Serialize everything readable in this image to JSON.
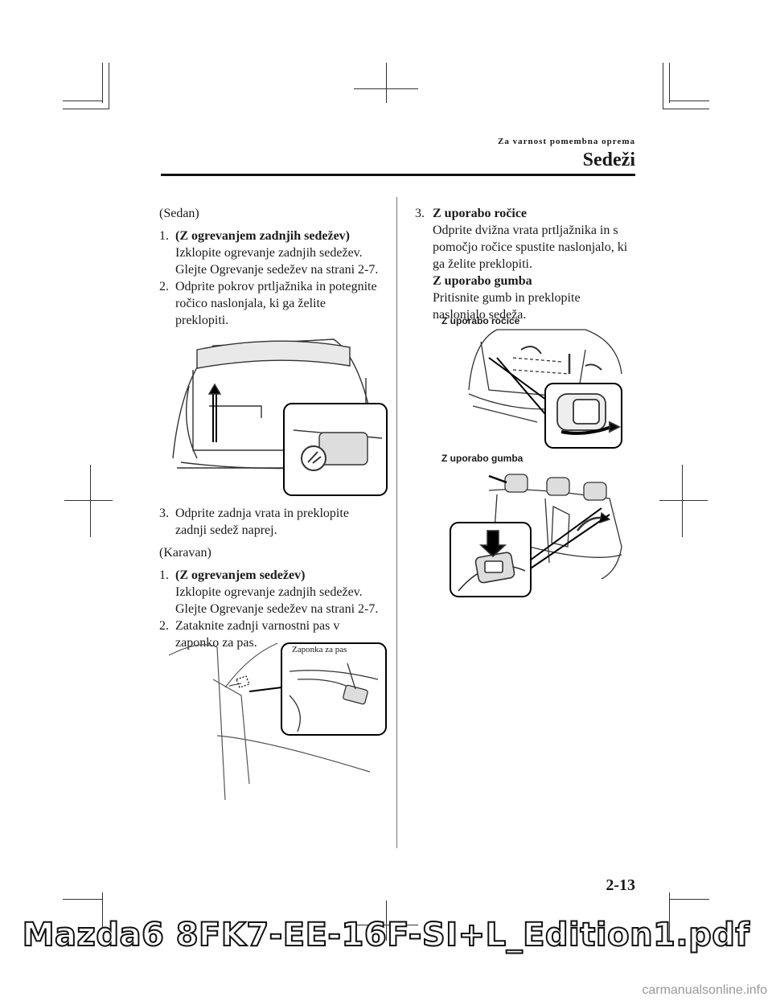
{
  "header": {
    "section": "Za varnost pomembna oprema",
    "title": "Sedeži"
  },
  "left": {
    "sedan_heading": "(Sedan)",
    "sedan_steps": [
      {
        "num": "1.",
        "title": "(Z ogrevanjem zadnjih sedežev)",
        "lines": [
          "Izklopite ogrevanje zadnjih sedežev.",
          "Glejte Ogrevanje sedežev na strani 2-7."
        ]
      },
      {
        "num": "2.",
        "lines": [
          "Odprite pokrov prtljažnika in potegnite",
          "ročico naslonjala, ki ga želite",
          "preklopiti."
        ]
      },
      {
        "num": "3.",
        "lines": [
          "Odprite zadnja vrata in preklopite",
          "zadnji sedež naprej."
        ]
      }
    ],
    "wagon_heading": "(Karavan)",
    "wagon_steps": [
      {
        "num": "1.",
        "title": "(Z ogrevanjem sedežev)",
        "lines": [
          "Izklopite ogrevanje zadnjih sedežev.",
          "Glejte Ogrevanje sedežev na strani 2-7."
        ]
      },
      {
        "num": "2.",
        "lines": [
          "Zataknite zadnji varnostni pas v",
          "zaponko za pas."
        ]
      }
    ],
    "buckle_label": "Zaponka za pas"
  },
  "right": {
    "step3_num": "3.",
    "lever_title": "Z uporabo ročice",
    "lever_lines": [
      "Odprite dvižna vrata prtljažnika in s",
      "pomočjo ročice spustite naslonjalo, ki",
      "ga želite preklopiti."
    ],
    "button_title": "Z uporabo gumba",
    "button_lines": [
      "Pritisnite gumb in preklopite",
      "naslonjalo sedeža."
    ],
    "fig_lever_label": "Z uporabo ročice",
    "fig_button_label": "Z uporabo gumba"
  },
  "page_number": "2-13",
  "footer": "Mazda6 8FK7-EE-16F-SI+L_Edition1.pdf",
  "watermark": "carmanualsonline.info"
}
